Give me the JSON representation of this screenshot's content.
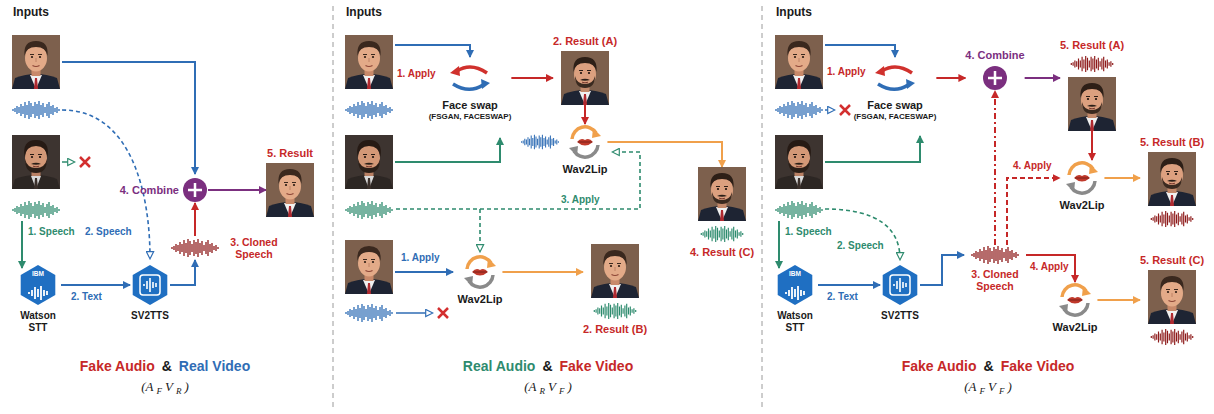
{
  "diagram": {
    "nodes": [
      {
        "text": [
          "Watson STT"
        ]
      },
      {
        "text": [
          "SV2TTS"
        ]
      },
      {
        "text": [
          "3. Cloned Speech"
        ]
      },
      {
        "text": [
          "4. Combine"
        ]
      },
      {
        "text": [
          "5. Result"
        ]
      },
      {
        "text": [
          "Face swap",
          "(FSGAN, FACESWAP)"
        ]
      },
      {
        "text": [
          "2. Result (A)"
        ]
      },
      {
        "text": [
          "Wav2Lip"
        ]
      },
      {
        "text": [
          "4. Result (C)"
        ]
      },
      {
        "text": [
          "Wav2Lip"
        ]
      },
      {
        "text": [
          "2. Result (B)"
        ]
      },
      {
        "text": [
          "Face swap",
          "(FSGAN, FACESWAP)"
        ]
      },
      {
        "text": [
          "4. Combine"
        ]
      },
      {
        "text": [
          "5. Result (A)"
        ]
      },
      {
        "text": [
          "Wav2Lip"
        ]
      },
      {
        "text": [
          "5. Result (B)"
        ]
      },
      {
        "text": [
          "Watson STT"
        ]
      },
      {
        "text": [
          "SV2TTS"
        ]
      },
      {
        "text": [
          "3. Cloned Speech"
        ]
      },
      {
        "text": [
          "Wav2Lip"
        ]
      },
      {
        "text": [
          "5. Result (C)"
        ]
      }
    ],
    "edges": [
      {
        "from": 0,
        "to": 1,
        "arrow": "to",
        "label": "2. Text"
      },
      {
        "from": 1,
        "to": 2,
        "arrow": "to"
      },
      {
        "from": 2,
        "to": 3,
        "arrow": "to"
      },
      {
        "from": 3,
        "to": 4,
        "arrow": "to"
      },
      {
        "from": 5,
        "to": 6,
        "arrow": "to"
      },
      {
        "from": 6,
        "to": 7,
        "arrow": "to"
      },
      {
        "from": 7,
        "to": 8,
        "arrow": "to"
      },
      {
        "from": 9,
        "to": 10,
        "arrow": "to"
      },
      {
        "from": 11,
        "to": 12,
        "arrow": "to"
      },
      {
        "from": 12,
        "to": 13,
        "arrow": "to"
      },
      {
        "from": 13,
        "to": 14,
        "arrow": "to"
      },
      {
        "from": 14,
        "to": 15,
        "arrow": "to"
      },
      {
        "from": 16,
        "to": 17,
        "arrow": "to",
        "label": "2. Text"
      },
      {
        "from": 17,
        "to": 18,
        "arrow": "to"
      },
      {
        "from": 18,
        "to": 12,
        "arrow": "to"
      },
      {
        "from": 18,
        "to": 14,
        "arrow": "to",
        "label": "4. Apply"
      },
      {
        "from": 18,
        "to": 19,
        "arrow": "to",
        "label": "4. Apply"
      },
      {
        "from": 19,
        "to": 20,
        "arrow": "to"
      }
    ],
    "labels": [
      "Inputs",
      "1. Speech",
      "2. Speech",
      "IBM",
      "Fake Audio",
      "&",
      "Real Video",
      "(A",
      "F",
      "V",
      "R",
      ")",
      "Inputs",
      "1. Apply",
      "3. Apply",
      "1. Apply",
      "Real Audio",
      "&",
      "Fake Video",
      "(A",
      "R",
      "V",
      "F",
      ")",
      "Inputs",
      "1. Apply",
      "1. Speech",
      "2. Speech",
      "IBM",
      "Fake Audio",
      "&",
      "Fake Video",
      "(A",
      "F",
      "V",
      "F",
      ")"
    ]
  }
}
